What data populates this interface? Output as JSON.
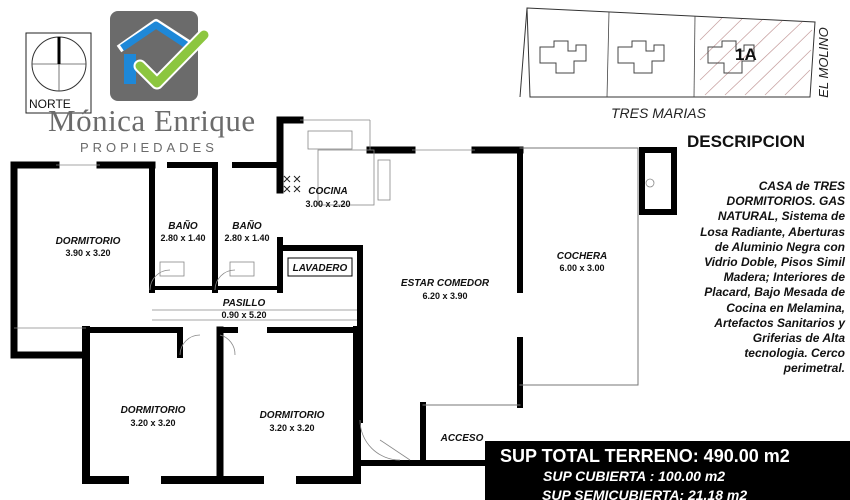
{
  "brand": {
    "name": "Mónica Enrique",
    "subtitle": "PROPIEDADES"
  },
  "compass": {
    "label": "NORTE"
  },
  "site_plan": {
    "street_bottom": "TRES MARIAS",
    "street_right": "EL MOLINO",
    "lot": "1A"
  },
  "rooms": [
    {
      "name": "DORMITORIO",
      "size": "3.90 x 3.20"
    },
    {
      "name": "BAÑO",
      "size": "2.80 x 1.40"
    },
    {
      "name": "BAÑO",
      "size": "2.80 x 1.40"
    },
    {
      "name": "COCINA",
      "size": "3.00 x 2.20"
    },
    {
      "name": "LAVADERO",
      "size": ""
    },
    {
      "name": "PASILLO",
      "size": "0.90 x 5.20"
    },
    {
      "name": "ESTAR  COMEDOR",
      "size": "6.20 x 3.90"
    },
    {
      "name": "COCHERA",
      "size": "6.00 x 3.00"
    },
    {
      "name": "DORMITORIO",
      "size": "3.20 x 3.20"
    },
    {
      "name": "DORMITORIO",
      "size": "3.20 x 3.20"
    },
    {
      "name": "ACCESO",
      "size": ""
    }
  ],
  "description": {
    "title": "DESCRIPCION",
    "text": "CASA de TRES DORMITORIOS. GAS NATURAL, Sistema de Losa Radiante, Aberturas de Aluminio Negra con Vidrio Doble, Pisos Simil Madera; Interiores de Placard, Bajo Mesada de Cocina en Melamina, Artefactos Sanitarios y Griferias de Alta tecnologia. Cerco perimetral."
  },
  "totals": {
    "terreno": "SUP TOTAL TERRENO: 490.00 m2",
    "cubierta": "SUP CUBIERTA : 100.00 m2",
    "semicubierta": "SUP SEMICUBIERTA: 21.18 m2"
  },
  "colors": {
    "logo_blue": "#1e88d8",
    "logo_green": "#8cc63f",
    "logo_gray": "#6b6b6b",
    "wall": "#000000"
  }
}
